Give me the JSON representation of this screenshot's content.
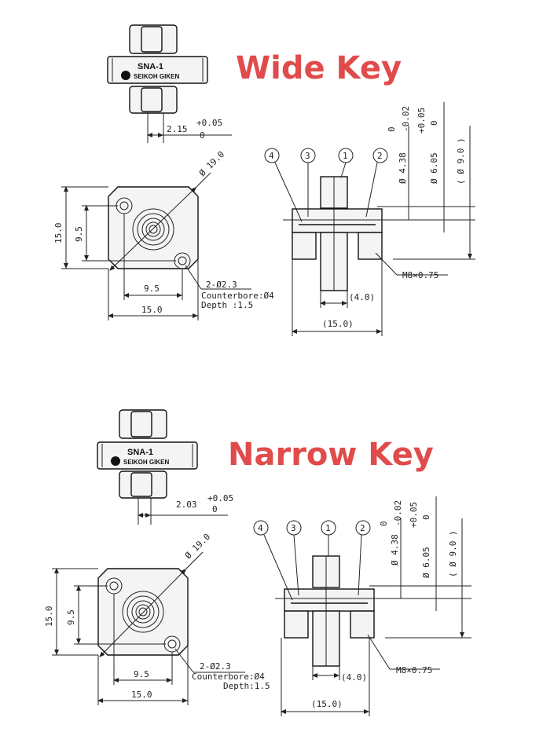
{
  "titles": {
    "top": "Wide Key",
    "bottom": "Narrow Key",
    "color": "#e04b4b"
  },
  "sections": [
    {
      "brand_model": "SNA-1",
      "brand_name": "SEIKOH GIKEN",
      "key_width": "2.15",
      "key_tol_upper": "+0.05",
      "key_tol_lower": "0",
      "diag": "Ø 19.0",
      "height": "15.0",
      "hole_pitch_v": "9.5",
      "hole_pitch_h": "9.5",
      "width": "15.0",
      "holes": "2-Ø2.3",
      "counterbore": "Counterbore:Ø4",
      "depth": "Depth      :1.5",
      "balloons": [
        "4",
        "3",
        "1",
        "2"
      ],
      "d1": "Ø 4.38",
      "d1_tol_upper": "0",
      "d1_tol_lower": "-0.02",
      "d2": "Ø 6.05",
      "d2_tol_upper": "+0.05",
      "d2_tol_lower": "0",
      "d3": "( Ø 9.0 )",
      "thread": "M8×0.75",
      "len_small": "(4.0)",
      "len_total": "(15.0)"
    },
    {
      "brand_model": "SNA-1",
      "brand_name": "SEIKOH GIKEN",
      "key_width": "2.03",
      "key_tol_upper": "+0.05",
      "key_tol_lower": "0",
      "diag": "Ø 19.0",
      "height": "15.0",
      "hole_pitch_v": "9.5",
      "hole_pitch_h": "9.5",
      "width": "15.0",
      "holes": "2-Ø2.3",
      "counterbore": "Counterbore:Ø4",
      "depth": "Depth:1.5",
      "balloons": [
        "4",
        "3",
        "1",
        "2"
      ],
      "d1": "Ø 4.38",
      "d1_tol_upper": "0",
      "d1_tol_lower": "-0.02",
      "d2": "Ø 6.05",
      "d2_tol_upper": "+0.05",
      "d2_tol_lower": "0",
      "d3": "( Ø 9.0 )",
      "thread": "M8×0.75",
      "len_small": "(4.0)",
      "len_total": "(15.0)"
    }
  ]
}
